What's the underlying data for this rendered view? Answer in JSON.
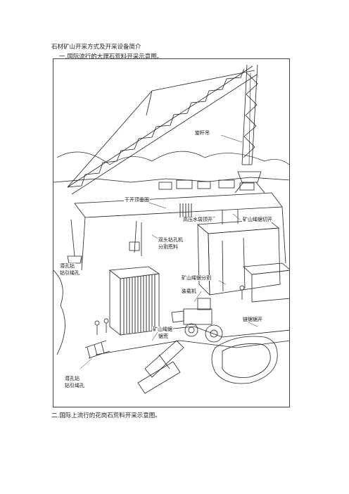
{
  "document": {
    "title": "石材矿山开采方式及开采设备简介",
    "section1_heading": "一.国际流行的大理石荒料开采示意图。",
    "section2_heading": "二.国际上流行的花岗石荒料开采示意图。"
  },
  "figure": {
    "labels": {
      "crane": "旋杆吊",
      "drill_top": "干开顶垂圈",
      "multi_drill": "高压水袋顶开",
      "wire_saw_top": "矿山绳锯切开",
      "left_drill_line1": "潜孔钻",
      "left_drill_line2": "钻引绳孔",
      "double_drill_line1": "双头钻孔机",
      "double_drill_line2": "分割荒料",
      "wire_saw_split": "矿山绳锯分割",
      "loader": "装载机",
      "chain_saw": "链锯锯开",
      "mine_saw_line1": "矿山绳锯",
      "mine_saw_line2": "锯荒",
      "bottom_drill_line1": "潜孔钻",
      "bottom_drill_line2": "钻引绳孔"
    }
  }
}
